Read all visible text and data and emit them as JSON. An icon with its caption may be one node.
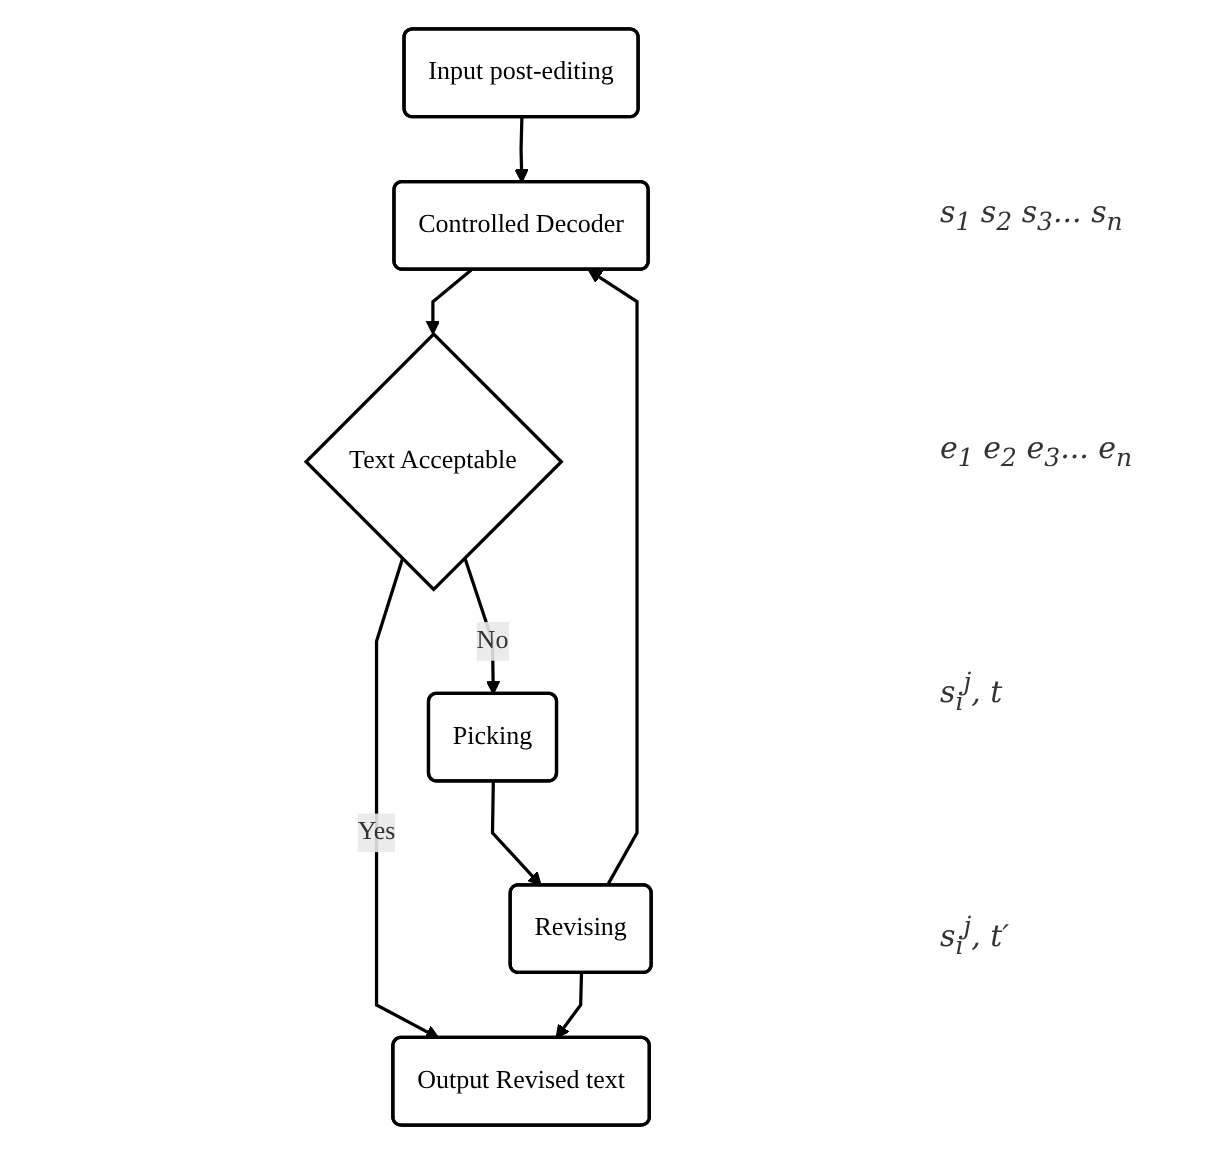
{
  "diagram": {
    "nodes": [
      {
        "text": [
          "Input post-editing"
        ]
      },
      {
        "text": [
          "Controlled Decoder"
        ]
      },
      {
        "text": [
          "Text Acceptable"
        ]
      },
      {
        "text": [
          "Picking"
        ]
      },
      {
        "text": [
          "Revising"
        ]
      },
      {
        "text": [
          "Output Revised text"
        ]
      }
    ],
    "edges": [
      {
        "from": 0,
        "to": 1,
        "arrow": "to"
      },
      {
        "from": 1,
        "to": 2,
        "arrow": "to"
      },
      {
        "from": 2,
        "to": 5,
        "arrow": "to",
        "label": "Yes"
      },
      {
        "from": 2,
        "to": 3,
        "arrow": "to",
        "label": "No"
      },
      {
        "from": 3,
        "to": 4,
        "arrow": "to"
      },
      {
        "from": 4,
        "to": 5,
        "arrow": "to"
      },
      {
        "from": 4,
        "to": 1,
        "arrow": "to"
      }
    ],
    "labels": [
      "s$_{1}$ s$_{2}$ s$_{3}$... s$_{n}$",
      "e$_{1}$ e$_{2}$ e$_{3}$... e$_{n}$",
      "s$_{i}$$^{j}$, t",
      "s$_{i}$$^{j}$, t′"
    ]
  }
}
